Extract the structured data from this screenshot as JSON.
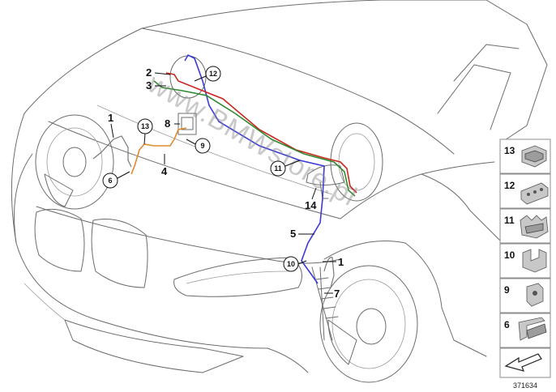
{
  "diagram": {
    "callouts": [
      "1",
      "2",
      "3",
      "4",
      "5",
      "7",
      "8",
      "14",
      "1"
    ],
    "circled_callouts": [
      "12",
      "13",
      "9",
      "6",
      "11",
      "10"
    ],
    "watermark": "www.BMWstore.pl",
    "document_number": "371634",
    "wire_colors": {
      "blue": "#3a3ad8",
      "red": "#c8281e",
      "green": "#2f8a2f",
      "orange": "#e08a2a"
    }
  },
  "parts_strip": {
    "items": [
      {
        "number": "13",
        "icon": "double-clip-icon"
      },
      {
        "number": "12",
        "icon": "cable-holder-icon"
      },
      {
        "number": "11",
        "icon": "multi-clip-icon"
      },
      {
        "number": "10",
        "icon": "open-clip-icon"
      },
      {
        "number": "9",
        "icon": "grommet-icon"
      },
      {
        "number": "6",
        "icon": "bracket-clip-icon"
      },
      {
        "number": "",
        "icon": "direction-arrow-icon"
      }
    ]
  }
}
